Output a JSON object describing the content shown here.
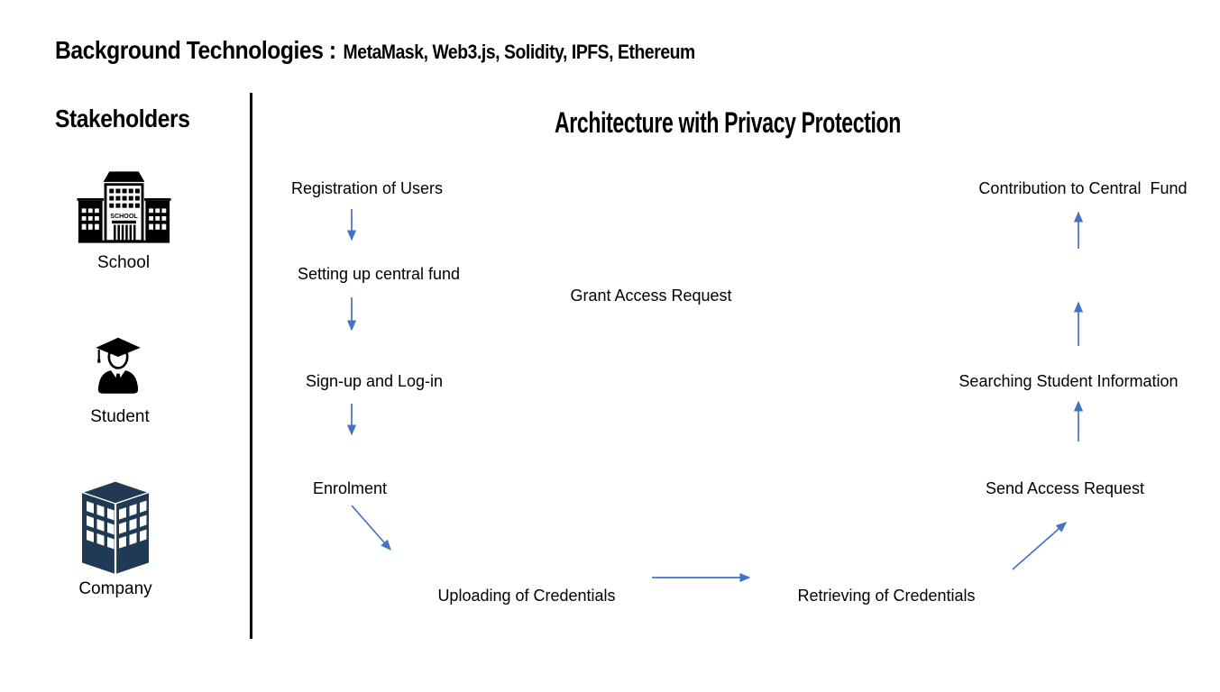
{
  "page": {
    "title_prefix": "Background Technologies :",
    "title_technologies": "MetaMask, Web3.js, Solidity, IPFS, Ethereum"
  },
  "stakeholders": {
    "heading": "Stakeholders",
    "items": [
      {
        "label": "School",
        "icon": "school-building-icon",
        "icon_text": "SCHOOL"
      },
      {
        "label": "Student",
        "icon": "graduate-student-icon"
      },
      {
        "label": "Company",
        "icon": "office-building-icon"
      }
    ]
  },
  "architecture": {
    "heading": "Architecture with Privacy Protection",
    "nodes": [
      {
        "id": "registration",
        "label": "Registration of Users"
      },
      {
        "id": "setting-up-central-fund",
        "label": "Setting up central fund"
      },
      {
        "id": "sign-up-log-in",
        "label": "Sign-up and Log-in"
      },
      {
        "id": "enrolment",
        "label": "Enrolment"
      },
      {
        "id": "uploading-credentials",
        "label": "Uploading of Credentials"
      },
      {
        "id": "retrieving-credentials",
        "label": "Retrieving of Credentials"
      },
      {
        "id": "send-access-request",
        "label": "Send Access Request"
      },
      {
        "id": "searching-student-info",
        "label": "Searching Student Information"
      },
      {
        "id": "contribution-central-fund",
        "label": "Contribution to Central  Fund"
      },
      {
        "id": "grant-access-request",
        "label": "Grant Access Request"
      }
    ],
    "flows": [
      {
        "from": "registration",
        "to": "setting-up-central-fund"
      },
      {
        "from": "setting-up-central-fund",
        "to": "sign-up-log-in"
      },
      {
        "from": "sign-up-log-in",
        "to": "enrolment"
      },
      {
        "from": "enrolment",
        "to": "uploading-credentials"
      },
      {
        "from": "uploading-credentials",
        "to": "retrieving-credentials"
      },
      {
        "from": "retrieving-credentials",
        "to": "send-access-request"
      },
      {
        "from": "send-access-request",
        "to": "searching-student-info"
      },
      {
        "from": "searching-student-info",
        "to": "contribution-central-fund"
      }
    ]
  },
  "colors": {
    "arrow": "#4472C4",
    "divider": "#000000",
    "text": "#000000",
    "company_icon": "#1f3a52"
  }
}
